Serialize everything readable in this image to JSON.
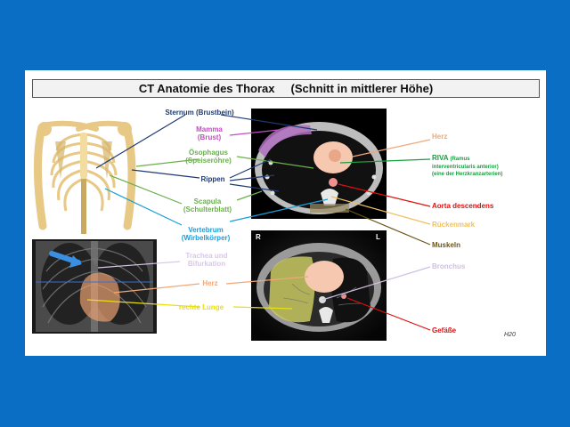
{
  "title": "CT Anatomie des Thorax     (Schnitt in mittlerer Höhe)",
  "labels": {
    "sternum": "Sternum (Brustbein)",
    "mamma": "Mamma",
    "mamma_sub": "(Brust)",
    "oesophagus": "Ösophagus",
    "oesophagus_sub": "(Speiseröhre)",
    "rippen": "Rippen",
    "scapula": "Scapula",
    "scapula_sub": "(Schulterblatt)",
    "vertebrum": "Vertebrum",
    "vertebrum_sub": "(Wirbelkörper)",
    "trachea": "Trachea und",
    "trachea_sub": "Bifurkation",
    "herz_left": "Herz",
    "rechte_lunge": "rechte Lunge",
    "herz_right": "Herz",
    "riva": "RIVA",
    "riva_paren": "(Ramus",
    "riva_sub1": "interventricularis anterior)",
    "riva_sub2": "(eine der Herzkranzarterien)",
    "aorta": "Aorta descendens",
    "rueckenmark": "Rückenmark",
    "muskeln": "Muskeln",
    "bronchus": "Bronchus",
    "gefaesse": "Gefäße",
    "ct_r": "R",
    "ct_l": "L",
    "signature": "H20"
  },
  "colors": {
    "background": "#0a6ec4",
    "sternum": "#1f3b73",
    "mamma": "#c04fc0",
    "oesophagus": "#6ab04c",
    "rippen": "#1f3b73",
    "scapula": "#6ab04c",
    "vertebrum": "#1a9fd8",
    "trachea": "#d8c8e8",
    "herz": "#f0a878",
    "rechte_lunge": "#e8e010",
    "riva": "#18a040",
    "aorta": "#e01010",
    "rueckenmark": "#f0c060",
    "muskeln": "#6b5418",
    "bronchus": "#d0c0e0",
    "gefaesse": "#e01010"
  }
}
